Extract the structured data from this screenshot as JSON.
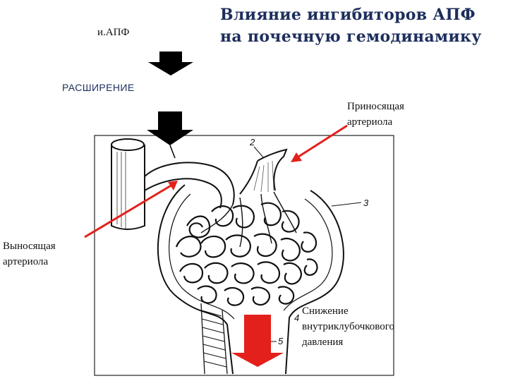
{
  "title": "Влияние ингибиторов АПФ на почечную гемодинамику",
  "labels": {
    "drug": "и.АПФ",
    "dilation": "РАСШИРЕНИЕ",
    "afferent_line1": "Приносящая",
    "afferent_line2": "артериола",
    "efferent_line1": "Выносящая",
    "efferent_line2": "артериола",
    "pressure_line1": "Снижение",
    "pressure_line2": "внутриклубочкового",
    "pressure_line3": "давления"
  },
  "figure_numbers": [
    "2",
    "3",
    "4",
    "5"
  ],
  "colors": {
    "title": "#1c2e5c",
    "pointer": "#e3201b",
    "arrow_black": "#000000",
    "arrow_red": "#e3201b"
  }
}
